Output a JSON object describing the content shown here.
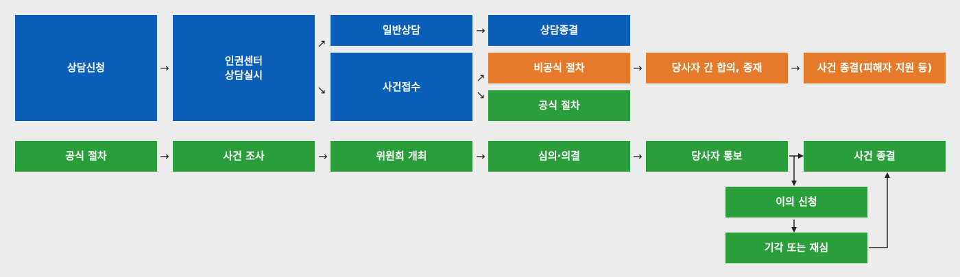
{
  "colors": {
    "blue": "#0b5fb8",
    "orange": "#e57a2b",
    "green": "#2a9e3a",
    "background": "#ececec"
  },
  "flow_top": {
    "request": "상담신청",
    "center_counsel": "인권센터\n상담실시",
    "general_counsel": "일반상담",
    "case_intake": "사건접수",
    "counsel_closed": "상담종결",
    "informal_procedure": "비공식 절차",
    "formal_procedure": "공식 절차",
    "agreement_mediation": "당사자 간 합의, 중재",
    "case_closed_support": "사건 종결(피해자 지원 등)"
  },
  "flow_formal": {
    "formal_procedure": "공식 절차",
    "investigation": "사건 조사",
    "committee": "위원회 개최",
    "deliberation": "심의·의결",
    "notification": "당사자 통보",
    "case_closed": "사건 종결",
    "appeal": "이의 신청",
    "dismiss_or_review": "기각 또는 재심"
  },
  "arrows": {
    "right": "→",
    "up_right": "↗",
    "down_right": "↘"
  }
}
